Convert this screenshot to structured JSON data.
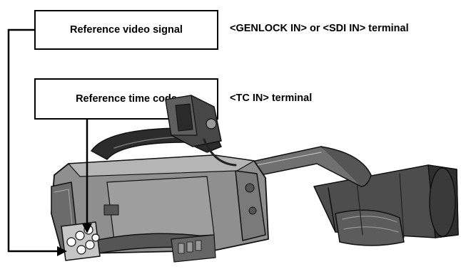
{
  "diagram": {
    "reference_video_box": {
      "label": "Reference video signal"
    },
    "reference_tc_box": {
      "label": "Reference time code"
    },
    "genlock_label": "<GENLOCK IN> or <SDI IN> terminal",
    "tc_in_label": "<TC IN> terminal",
    "image": {
      "subject": "camera-recorder",
      "line_color": "#000000"
    }
  }
}
